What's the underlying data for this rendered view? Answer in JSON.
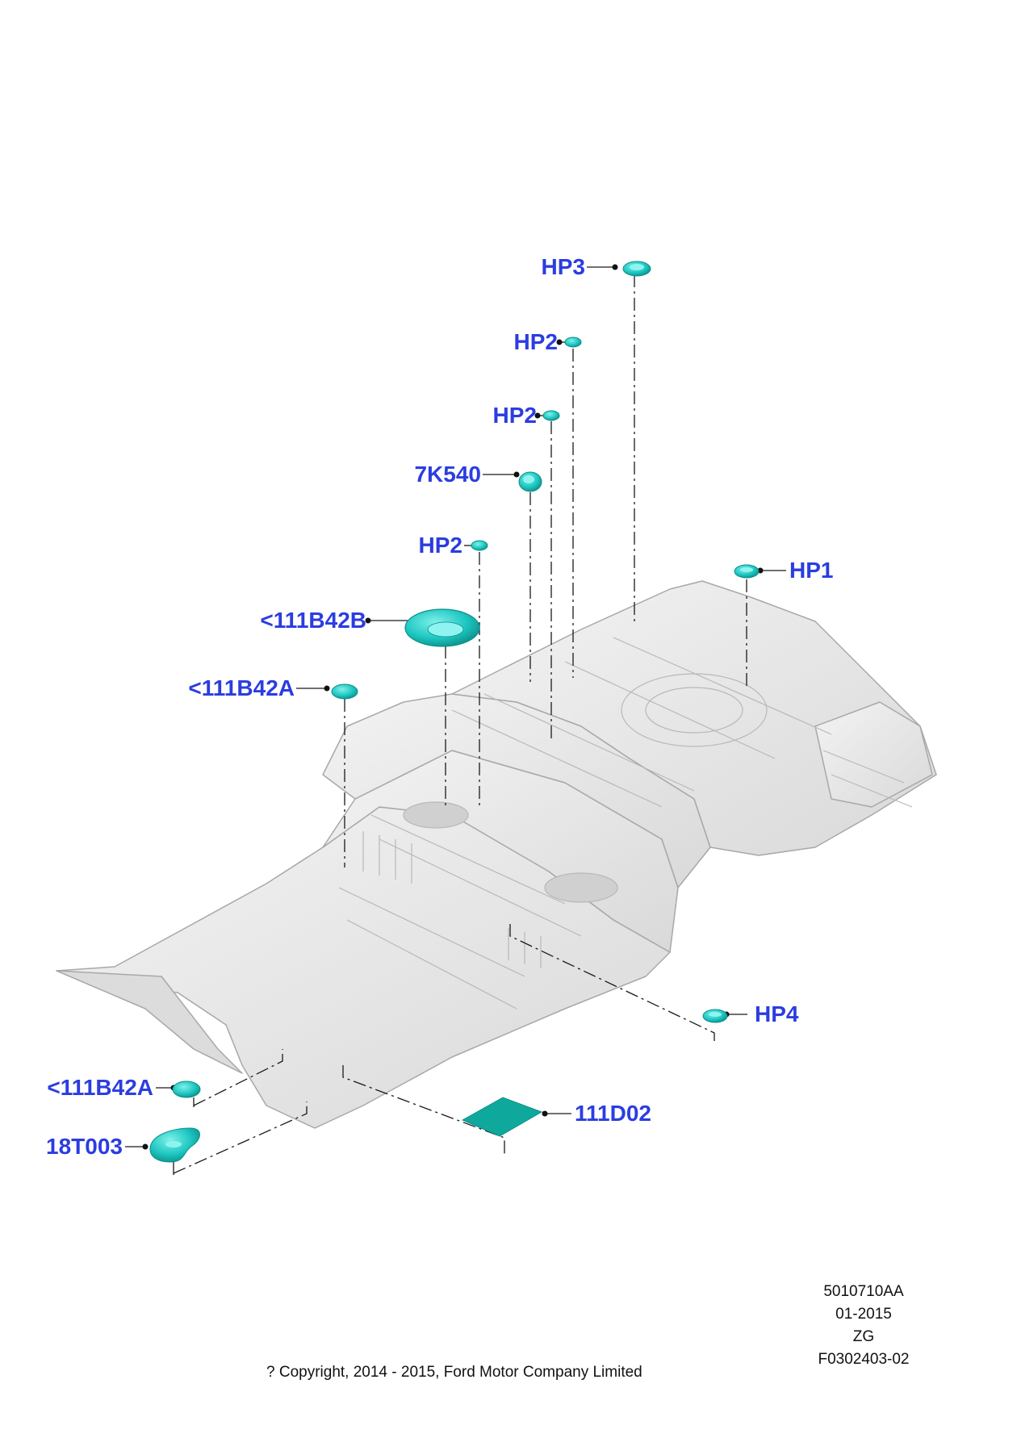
{
  "colors": {
    "callout_text": "#2b3de0",
    "part_fill": "#1fc7c2",
    "part_dark": "#0b8f8a",
    "pad_fill": "#0fa89d",
    "floor_fill": "#e6e6e6",
    "floor_stroke": "#b5b5b5"
  },
  "callouts": [
    {
      "id": "hp3",
      "label": "HP3"
    },
    {
      "id": "hp2-a",
      "label": "HP2"
    },
    {
      "id": "hp2-b",
      "label": "HP2"
    },
    {
      "id": "7k540",
      "label": "7K540"
    },
    {
      "id": "hp2-c",
      "label": "HP2"
    },
    {
      "id": "hp1",
      "label": "HP1"
    },
    {
      "id": "111b42b",
      "label": "<111B42B"
    },
    {
      "id": "111b42a-top",
      "label": "<111B42A"
    },
    {
      "id": "hp4",
      "label": "HP4"
    },
    {
      "id": "111b42a-bottom",
      "label": "<111B42A"
    },
    {
      "id": "111d02",
      "label": "111D02"
    },
    {
      "id": "18t003",
      "label": "18T003"
    }
  ],
  "meta": {
    "code": "5010710AA",
    "date": "01-2015",
    "initials": "ZG",
    "figure_number": "F0302403-02"
  },
  "copyright": "? Copyright, 2014 - 2015, Ford Motor Company Limited"
}
